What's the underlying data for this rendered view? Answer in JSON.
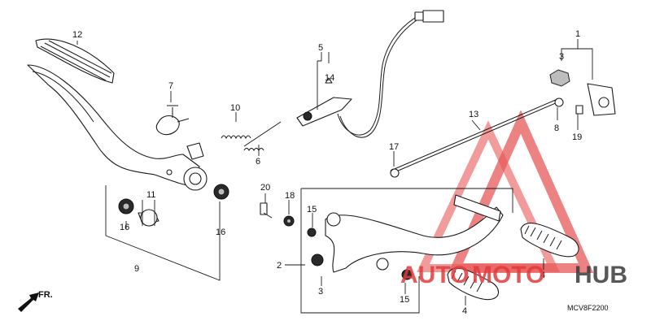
{
  "diagram": {
    "callouts": [
      {
        "id": "c12",
        "label": "12"
      },
      {
        "id": "c7",
        "label": "7"
      },
      {
        "id": "c10",
        "label": "10"
      },
      {
        "id": "c6",
        "label": "6"
      },
      {
        "id": "c5",
        "label": "5"
      },
      {
        "id": "c14",
        "label": "14"
      },
      {
        "id": "c1",
        "label": "1"
      },
      {
        "id": "c3a",
        "label": "3"
      },
      {
        "id": "c8",
        "label": "8"
      },
      {
        "id": "c19",
        "label": "19"
      },
      {
        "id": "c13",
        "label": "13"
      },
      {
        "id": "c17",
        "label": "17"
      },
      {
        "id": "c11",
        "label": "11"
      },
      {
        "id": "c16a",
        "label": "16"
      },
      {
        "id": "c16b",
        "label": "16"
      },
      {
        "id": "c9",
        "label": "9"
      },
      {
        "id": "c20",
        "label": "20"
      },
      {
        "id": "c18",
        "label": "18"
      },
      {
        "id": "c15a",
        "label": "15"
      },
      {
        "id": "c2",
        "label": "2"
      },
      {
        "id": "c3b",
        "label": "3"
      },
      {
        "id": "c15b",
        "label": "15"
      },
      {
        "id": "c4a",
        "label": "4"
      },
      {
        "id": "c4b",
        "label": "4"
      }
    ],
    "front_indicator": "FR.",
    "diagram_code": "MCV8F2200"
  },
  "watermark": {
    "part1": "AUTO",
    "part2": "MOTO",
    "part3": "HUB",
    "color_red": "#e23b3b",
    "color_dark": "#3a3a3a"
  }
}
